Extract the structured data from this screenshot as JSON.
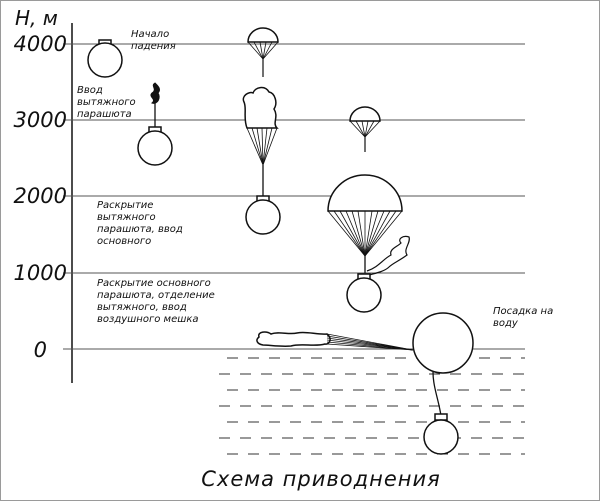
{
  "axis": {
    "title": "H, м"
  },
  "ticks": [
    {
      "value": 4000,
      "label": "4000"
    },
    {
      "value": 3000,
      "label": "3000"
    },
    {
      "value": 2000,
      "label": "2000"
    },
    {
      "value": 1000,
      "label": "1000"
    },
    {
      "value": 0,
      "label": "0"
    }
  ],
  "stages": {
    "start": [
      "Начало",
      "падения"
    ],
    "drogue_deploy": [
      "Ввод",
      "вытяжного",
      "парашюта"
    ],
    "drogue_open": [
      "Раскрытие",
      "вытяжного",
      "парашюта, ввод",
      "основного"
    ],
    "main_open": [
      "Раскрытие  основного",
      "парашюта, отделение",
      "вытяжного, ввод",
      "воздушного  мешка"
    ],
    "splashdown": [
      "Посадка  на",
      "воду"
    ]
  },
  "caption": "Схема  приводнения"
}
